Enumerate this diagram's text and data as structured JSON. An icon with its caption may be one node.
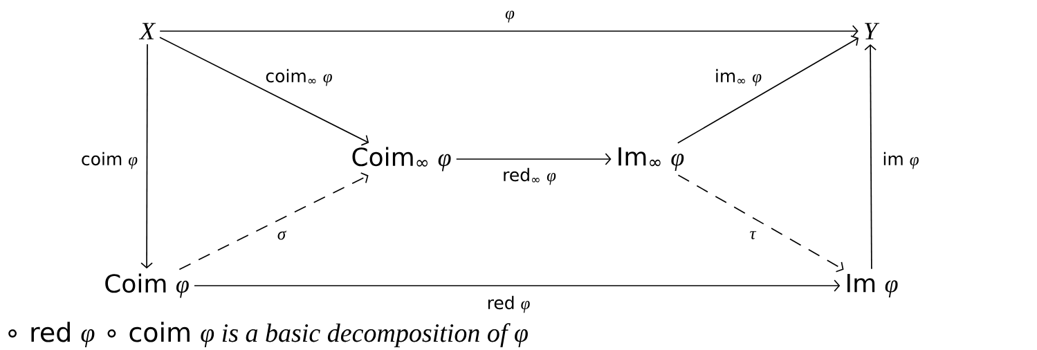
{
  "diagram": {
    "nodes": [
      {
        "text": [
          "X"
        ]
      },
      {
        "text": [
          "Y"
        ]
      },
      {
        "text": [
          "Coim$_{∞}$ *φ*"
        ]
      },
      {
        "text": [
          "Im$_{∞}$ *φ*"
        ]
      },
      {
        "text": [
          "Coim *φ*"
        ]
      },
      {
        "text": [
          "Im *φ*"
        ]
      }
    ],
    "edges": [
      {
        "from": 0,
        "to": 1,
        "arrow": "to",
        "label": "φ"
      },
      {
        "from": 0,
        "to": 2,
        "arrow": "to",
        "label": "coim$_{∞}$ *φ*"
      },
      {
        "from": 0,
        "to": 4,
        "arrow": "to",
        "label": "coim *φ*"
      },
      {
        "from": 2,
        "to": 3,
        "arrow": "to",
        "label": "red$_{∞}$ *φ*"
      },
      {
        "from": 3,
        "to": 1,
        "arrow": "to",
        "label": "im$_{∞}$ *φ*"
      },
      {
        "from": 4,
        "to": 2,
        "arrow": "to",
        "label": "σ",
        "style": "dashed"
      },
      {
        "from": 3,
        "to": 5,
        "arrow": "to",
        "label": "τ",
        "style": "dashed"
      },
      {
        "from": 4,
        "to": 5,
        "arrow": "to",
        "label": "red *φ*"
      },
      {
        "from": 5,
        "to": 1,
        "arrow": "to",
        "label": "im *φ*"
      }
    ],
    "caption": "∘ red *φ* ∘ coim *φ is a basic decomposition of φ*"
  }
}
